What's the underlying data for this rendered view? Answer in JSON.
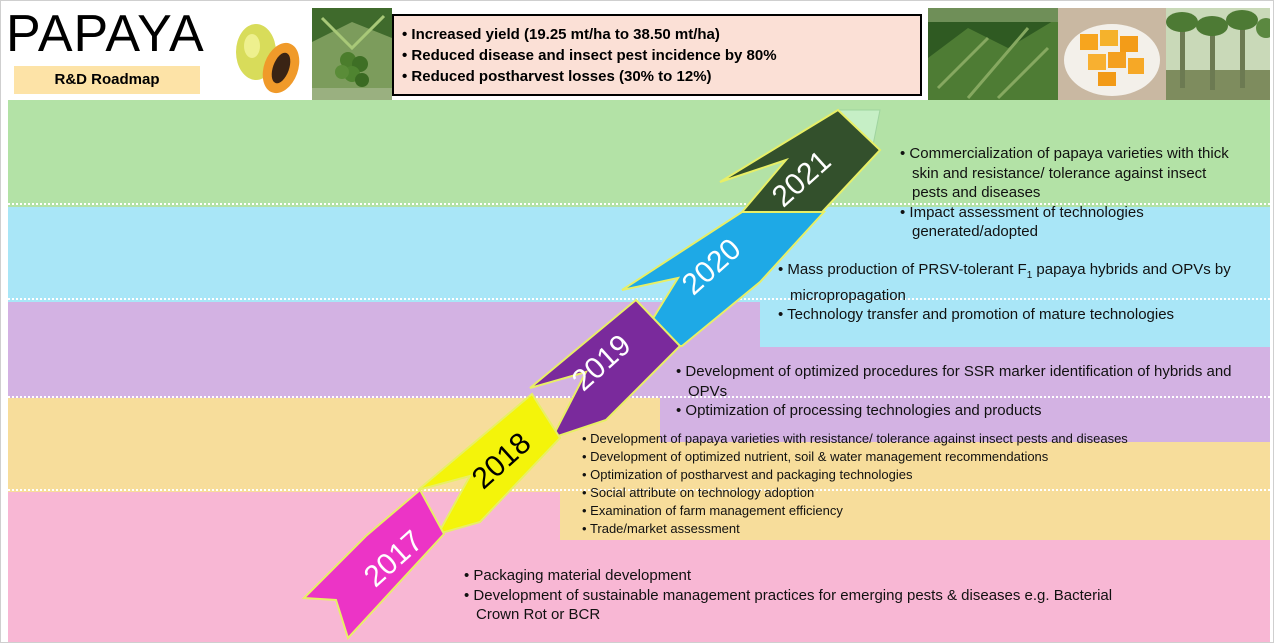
{
  "header": {
    "title": "PAPAYA",
    "subtitle": "R&D Roadmap",
    "goals": [
      "Increased yield (19.25 mt/ha to 38.50 mt/ha)",
      "Reduced disease and insect pest incidence by 80%",
      "Reduced postharvest losses (30% to 12%)"
    ]
  },
  "colors": {
    "band_2021": "#b3e2a6",
    "band_2020": "#a9e6f7",
    "band_2019": "#d3b2e3",
    "band_2018": "#f7dd9b",
    "band_2017": "#f8b7d4",
    "arrow_2017": "#ec34c6",
    "arrow_2018": "#f4f40a",
    "arrow_2019": "#7a2a9c",
    "arrow_2020": "#1ea9e6",
    "arrow_2021": "#33502c"
  },
  "roadmap": {
    "years": [
      "2017",
      "2018",
      "2019",
      "2020",
      "2021"
    ],
    "y2021": [
      "Commercialization of papaya varieties with thick skin and resistance/ tolerance against insect pests and diseases",
      "Impact assessment of technologies generated/adopted"
    ],
    "y2020": [
      "Mass production of PRSV-tolerant F",
      "1",
      " papaya hybrids and OPVs by micropropagation",
      "Technology transfer and promotion of mature technologies"
    ],
    "y2019": [
      "Development of optimized procedures for SSR marker identification of hybrids and OPVs",
      "Optimization of processing technologies and products"
    ],
    "y2018": [
      "Development of papaya varieties with resistance/ tolerance against insect pests and diseases",
      "Development of optimized nutrient, soil & water management recommendations",
      "Optimization of postharvest and packaging technologies",
      "Social attribute on technology adoption",
      "Examination of farm management efficiency",
      "Trade/market assessment"
    ],
    "y2017": [
      "Packaging material development",
      "Development of sustainable management practices for emerging pests & diseases e.g. Bacterial Crown Rot or BCR"
    ]
  }
}
